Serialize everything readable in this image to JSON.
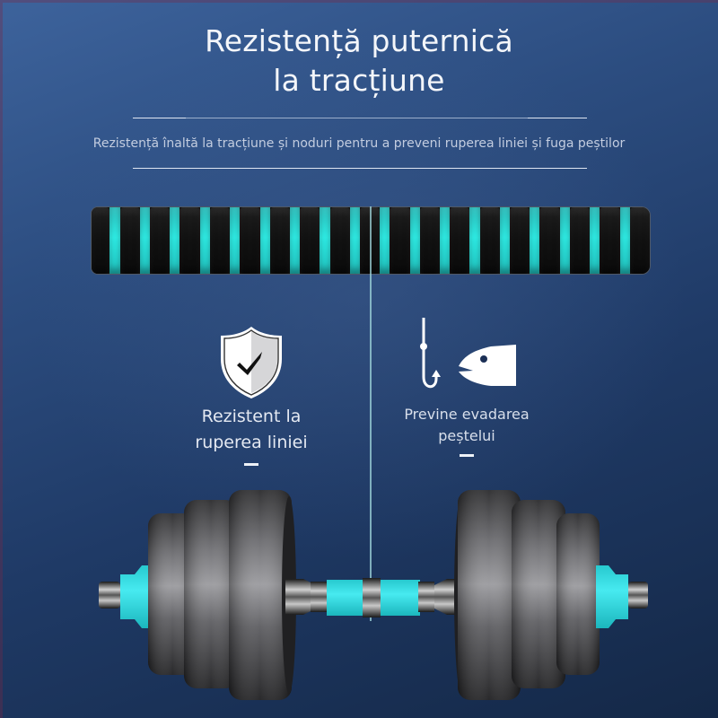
{
  "header": {
    "title_line1": "Rezistență puternică",
    "title_line2": "la tracțiune",
    "subtitle": "Rezistență înaltă la tracțiune și noduri pentru a preveni ruperea liniei și fuga peștilor"
  },
  "features": [
    {
      "icon": "shield-check-icon",
      "label_line1": "Rezistent la",
      "label_line2": "ruperea liniei"
    },
    {
      "icon": "fish-hook-icon",
      "label_line1": "Previne evadarea",
      "label_line2": "peștelui"
    }
  ],
  "product_images": {
    "foam_grip": "foam-grip-image",
    "dumbbell": "dumbbell-image"
  },
  "colors": {
    "background_top": "#3d639c",
    "background_bottom": "#142847",
    "accent_cyan": "#2ef2ea",
    "foam_black": "#121212",
    "text_white": "#f4f6fa",
    "subtitle_text": "#c3cde0"
  }
}
